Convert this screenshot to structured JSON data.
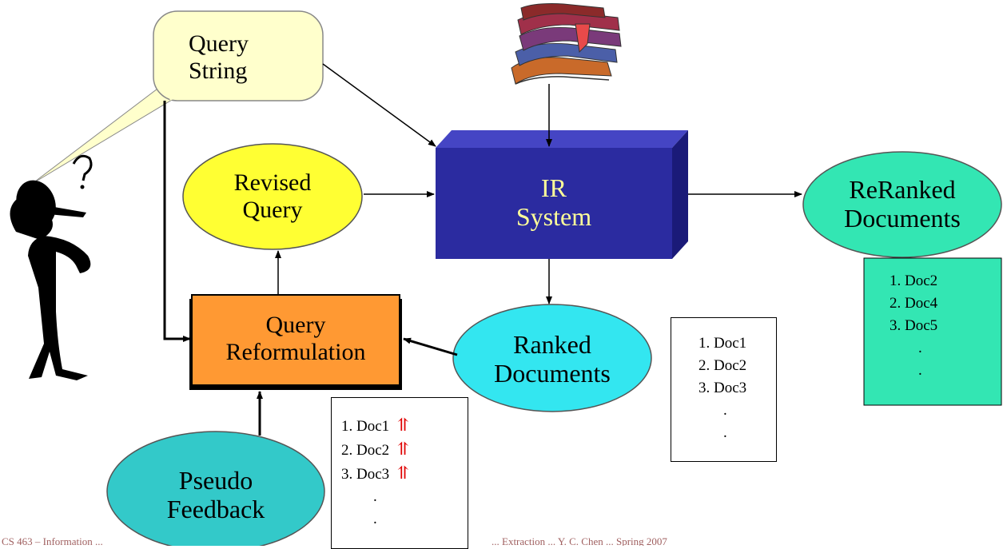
{
  "nodes": {
    "query_string": [
      "Query",
      "String"
    ],
    "revised_query": [
      "Revised",
      "Query"
    ],
    "ir_system": [
      "IR",
      "System"
    ],
    "reranked_documents": [
      "ReRanked",
      "Documents"
    ],
    "query_reformulation": [
      "Query",
      "Reformulation"
    ],
    "ranked_documents": [
      "Ranked",
      "Documents"
    ],
    "pseudo_feedback": [
      "Pseudo",
      "Feedback"
    ]
  },
  "lists": {
    "feedback_list": [
      "1. Doc1",
      "2. Doc2",
      "3. Doc3",
      ".",
      "."
    ],
    "ranked_list": [
      "1. Doc1",
      "2. Doc2",
      "3. Doc3",
      ".",
      "."
    ],
    "reranked_list": [
      "1. Doc2",
      "2. Doc4",
      "3. Doc5",
      ".",
      "."
    ]
  },
  "feedback_marker": "⥣",
  "footer": {
    "left": "CS 463 – Information ...",
    "right": "... Extraction ... Y. C. Chen ... Spring 2007"
  },
  "colors": {
    "query_string_fill": "#ffffcc",
    "revised_query_fill": "#ffff33",
    "ir_system_fill": "#2b2ba0",
    "ir_system_text": "#ffff99",
    "reranked_fill": "#33e6b3",
    "reformulation_fill": "#ff9933",
    "ranked_fill": "#33e6f0",
    "pseudo_fill": "#33c9c9",
    "marker": "#e00000"
  },
  "icons": [
    "books-icon",
    "thinking-person-icon"
  ]
}
